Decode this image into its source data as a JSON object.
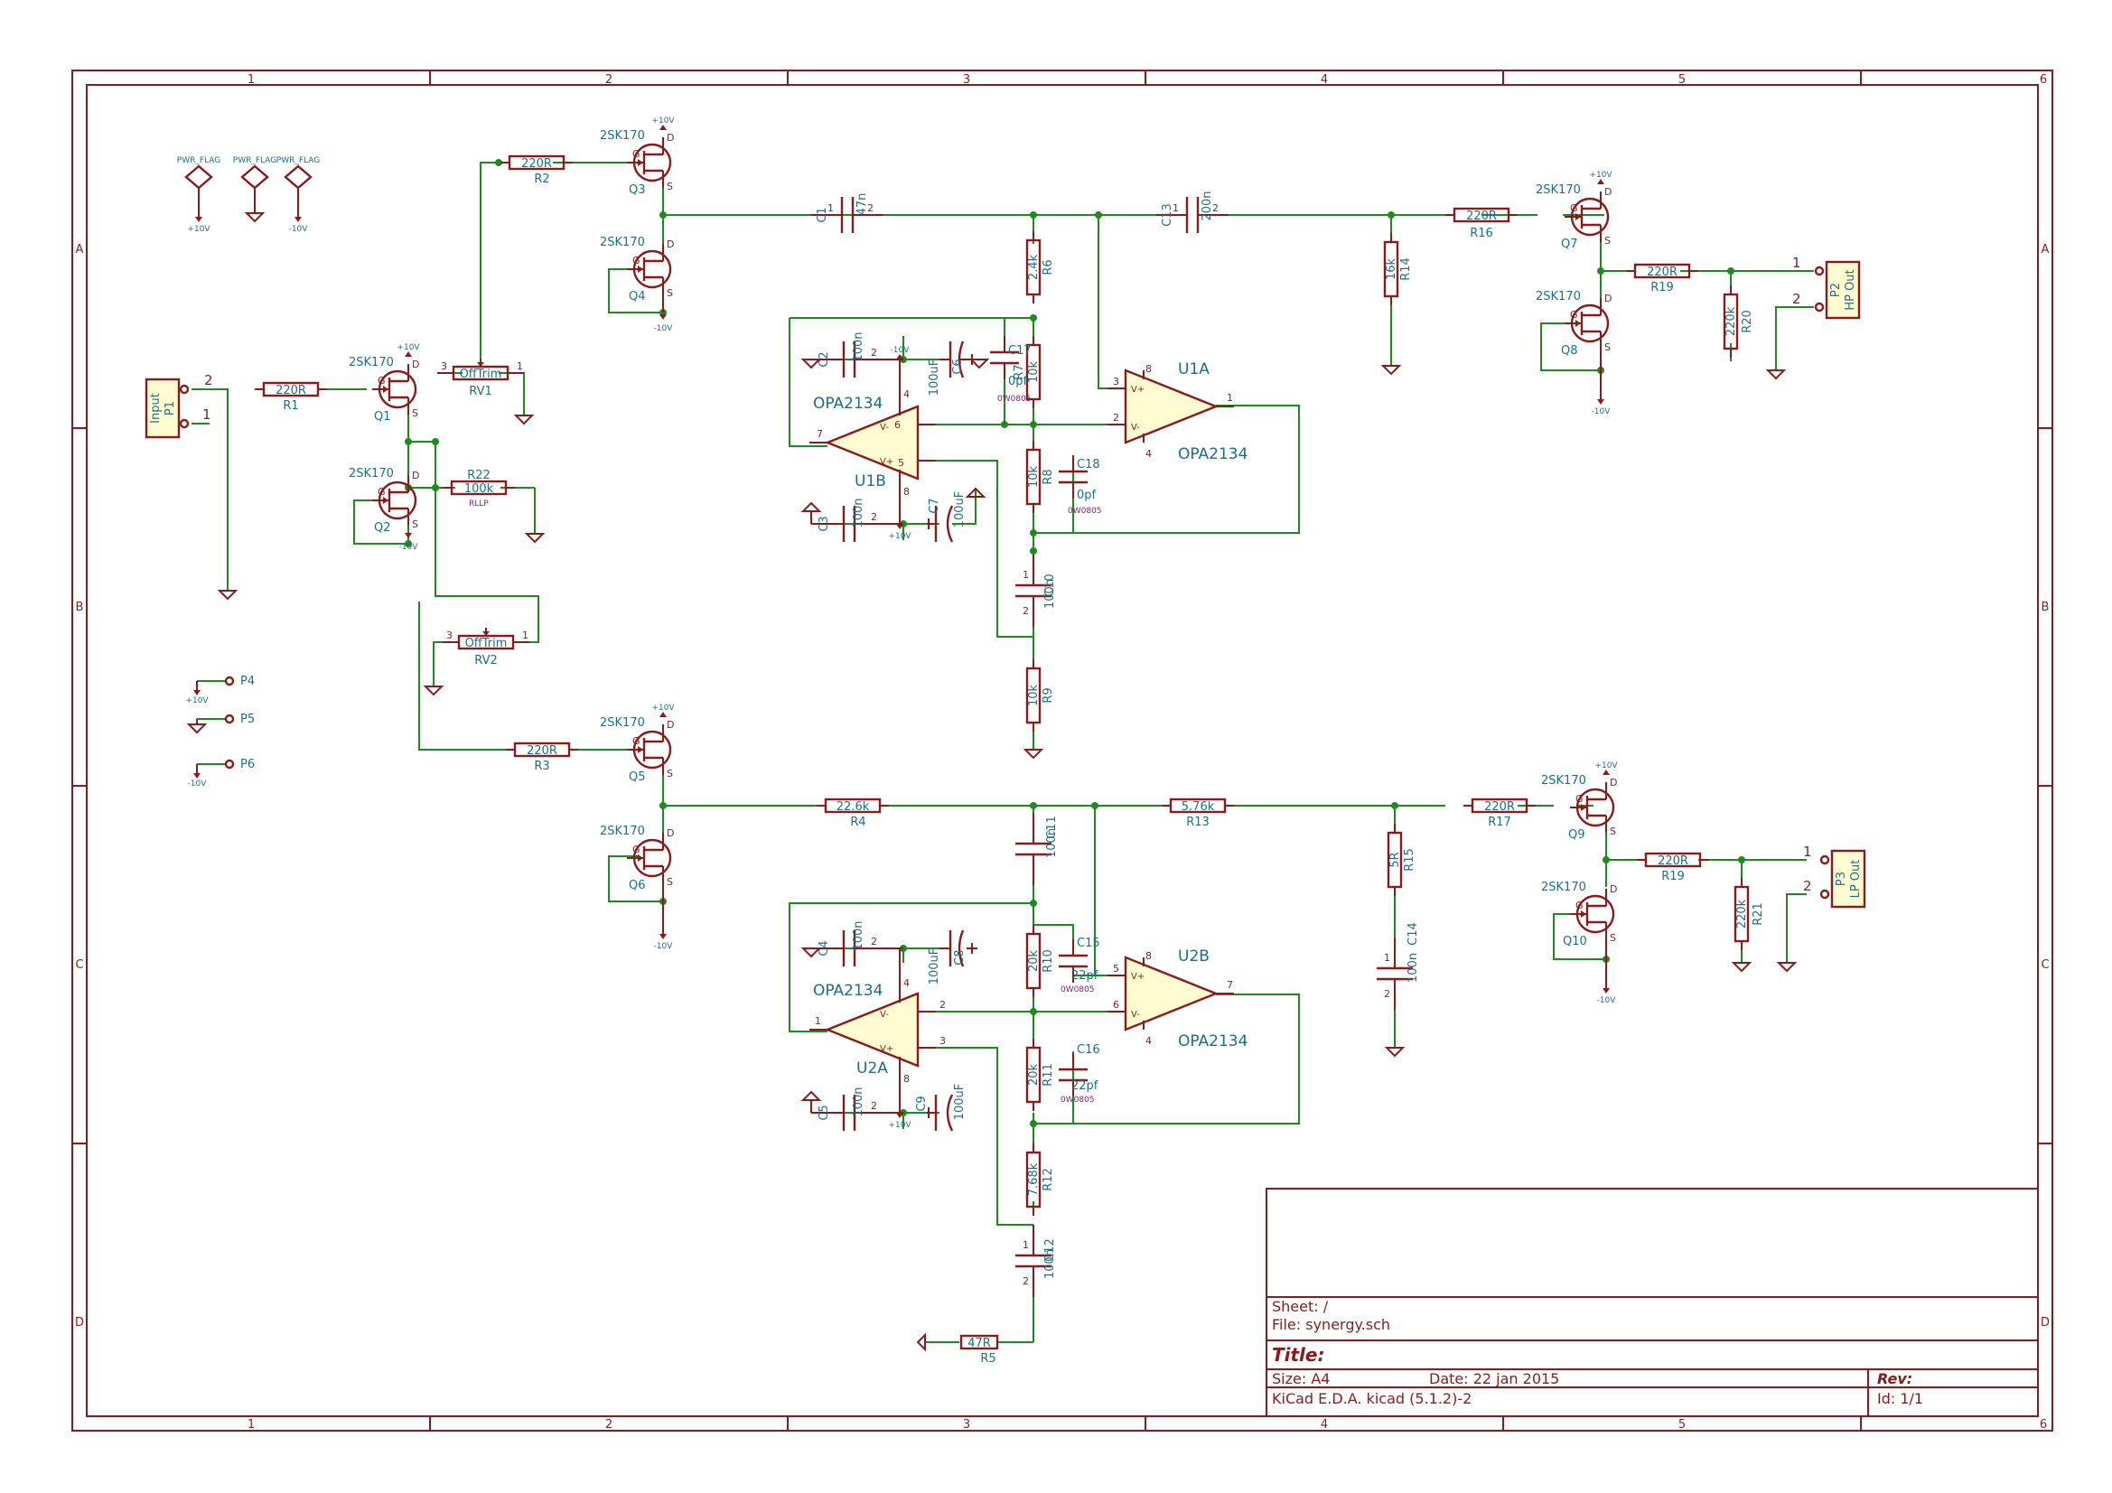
{
  "title_block": {
    "sheet": "Sheet: /",
    "file": "File: synergy.sch",
    "title_label": "Title:",
    "size": "Size: A4",
    "date": "Date: 22 jan 2015",
    "rev_label": "Rev:",
    "tool": "KiCad E.D.A.  kicad (5.1.2)-2",
    "id": "Id: 1/1"
  },
  "frame": {
    "col_labels": [
      "1",
      "2",
      "3",
      "4",
      "5",
      "6"
    ],
    "row_labels": [
      "A",
      "B",
      "C",
      "D"
    ]
  },
  "power": {
    "pos": "+10V",
    "neg": "-10V",
    "flag": "PWR_FLAG"
  },
  "jfet_value": "2SK170",
  "pins": {
    "one": "1",
    "two": "2",
    "three": "3",
    "four": "4",
    "five": "5",
    "six": "6",
    "seven": "7",
    "eight": "8",
    "g": "G",
    "d": "D",
    "s": "S"
  },
  "connectors": {
    "p1": {
      "ref": "P1",
      "value": "Input"
    },
    "p2": {
      "ref": "P2",
      "value": "HP Out"
    },
    "p3": {
      "ref": "P3",
      "value": "LP Out"
    },
    "p4": "P4",
    "p5": "P5",
    "p6": "P6"
  },
  "resistors": {
    "r1": {
      "ref": "R1",
      "value": "220R"
    },
    "r2": {
      "ref": "R2",
      "value": "220R"
    },
    "r3": {
      "ref": "R3",
      "value": "220R"
    },
    "r4": {
      "ref": "R4",
      "value": "22.6k"
    },
    "r5": {
      "ref": "R5",
      "value": "47R"
    },
    "r6": {
      "ref": "R6",
      "value": "2.4k"
    },
    "r7": {
      "ref": "R7",
      "value": "10k"
    },
    "r8": {
      "ref": "R8",
      "value": "10k"
    },
    "r9": {
      "ref": "R9",
      "value": "10k"
    },
    "r10": {
      "ref": "R10",
      "value": "20k"
    },
    "r11": {
      "ref": "R11",
      "value": "20k"
    },
    "r12": {
      "ref": "R12",
      "value": "7.68k"
    },
    "r13": {
      "ref": "R13",
      "value": "5.76k"
    },
    "r14": {
      "ref": "R14",
      "value": "16k"
    },
    "r15": {
      "ref": "R15",
      "value": "5R"
    },
    "r16": {
      "ref": "R16",
      "value": "220R"
    },
    "r17": {
      "ref": "R17",
      "value": "220R"
    },
    "r19a": {
      "ref": "R19",
      "value": "220R"
    },
    "r19b": {
      "ref": "R19",
      "value": "220R"
    },
    "r20": {
      "ref": "R20",
      "value": "220k"
    },
    "r21": {
      "ref": "R21",
      "value": "220k"
    },
    "r22": {
      "ref": "R22",
      "value": "100k",
      "sub": "RLLP"
    }
  },
  "pots": {
    "rv1": {
      "ref": "RV1",
      "value": "OffTrim"
    },
    "rv2": {
      "ref": "RV2",
      "value": "OffTrim"
    }
  },
  "capacitors": {
    "c1": {
      "ref": "C1",
      "value": "47n"
    },
    "c13": {
      "ref": "C13",
      "value": "200n"
    },
    "c2": {
      "ref": "C2",
      "value": "100n"
    },
    "c3": {
      "ref": "C3",
      "value": "100n"
    },
    "c4": {
      "ref": "C4",
      "value": "100n"
    },
    "c5": {
      "ref": "C5",
      "value": "100n"
    },
    "c6": {
      "ref": "C6",
      "value": "100uF"
    },
    "c7": {
      "ref": "C7",
      "value": "100uF"
    },
    "c8": {
      "ref": "C8",
      "value": "100uF"
    },
    "c9": {
      "ref": "C9",
      "value": "100uF"
    },
    "c10": {
      "ref": "C10",
      "value": "100n"
    },
    "c11": {
      "ref": "C11",
      "value": "100n"
    },
    "c12": {
      "ref": "C12",
      "value": "100n"
    },
    "c14": {
      "ref": "C14",
      "value": "100n"
    },
    "c15": {
      "ref": "C15",
      "value": "22pf"
    },
    "c16": {
      "ref": "C16",
      "value": "22pf"
    },
    "c17": {
      "ref": "C17",
      "value": "0pf"
    },
    "c18": {
      "ref": "C18",
      "value": "0pf"
    },
    "footprint": "0W0805"
  },
  "jfets": [
    "Q1",
    "Q2",
    "Q3",
    "Q4",
    "Q5",
    "Q6",
    "Q7",
    "Q8",
    "Q9",
    "Q10"
  ],
  "opamps": {
    "u1a": {
      "ref": "U1A",
      "value": "OPA2134"
    },
    "u1b": {
      "ref": "U1B",
      "value": "OPA2134"
    },
    "u2a": {
      "ref": "U2A",
      "value": "OPA2134"
    },
    "u2b": {
      "ref": "U2B",
      "value": "OPA2134"
    }
  }
}
